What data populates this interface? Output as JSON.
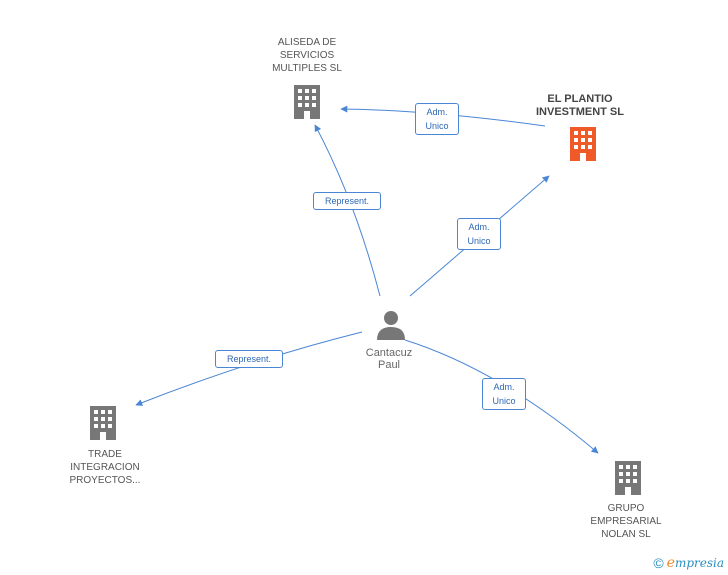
{
  "colors": {
    "edge": "#4a86d4",
    "company_icon": "#777777",
    "highlight_icon": "#f05a28",
    "person_icon": "#777777"
  },
  "nodes": {
    "aliseda": {
      "label": "ALISEDA DE\nSERVICIOS\nMULTIPLES SL",
      "icon": "building-icon"
    },
    "plantio": {
      "label": "EL PLANTIO\nINVESTMENT SL",
      "icon": "building-icon"
    },
    "person": {
      "label": "Cantacuz\nPaul",
      "icon": "person-icon"
    },
    "trade": {
      "label": "TRADE\nINTEGRACION\nPROYECTOS...",
      "icon": "building-icon"
    },
    "grupo": {
      "label": "GRUPO\nEMPRESARIAL\nNOLAN SL",
      "icon": "building-icon"
    }
  },
  "edges": {
    "plantio_aliseda": {
      "label": "Adm.\nUnico"
    },
    "person_aliseda": {
      "label": "Represent."
    },
    "person_plantio": {
      "label": "Adm.\nUnico"
    },
    "person_trade": {
      "label": "Represent."
    },
    "person_grupo": {
      "label": "Adm.\nUnico"
    }
  },
  "footer": {
    "copyright": "©",
    "brand_initial": "e",
    "brand_rest": "mpresia"
  }
}
